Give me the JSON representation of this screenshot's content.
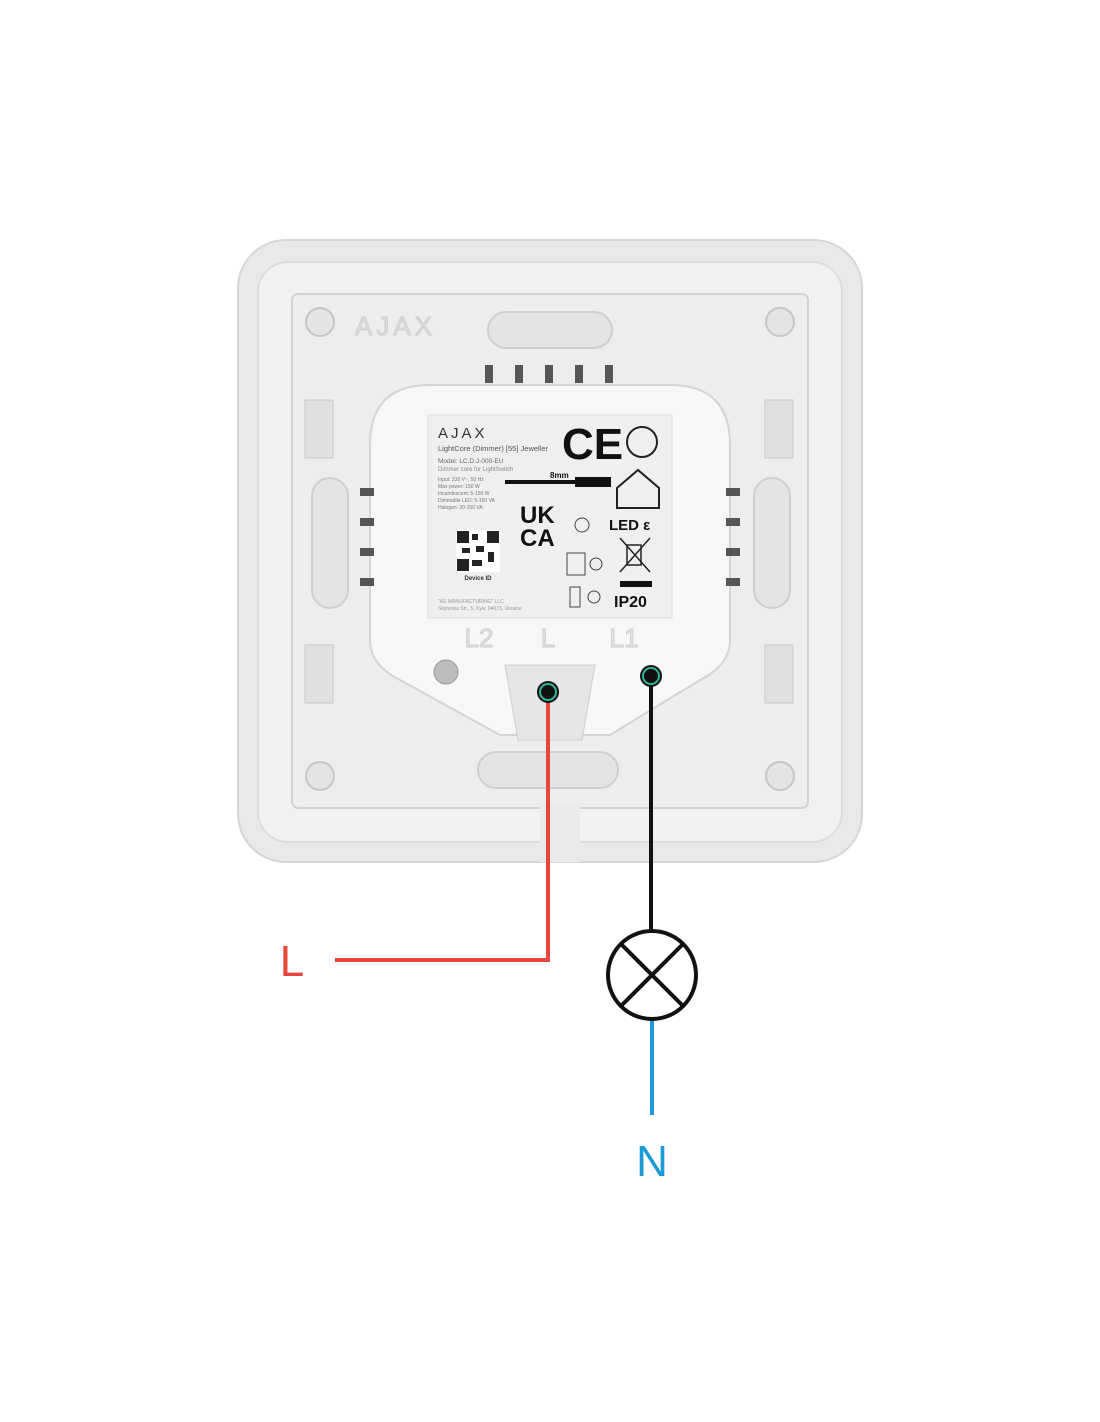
{
  "device": {
    "brand": "AJAX",
    "product_name": "LightCore (Dimmer) [55] Jeweller",
    "model": "Model: LC.D.J-000-EU",
    "description": "Dimmer core for LightSwitch",
    "specs": [
      "Input: 230 V~, 50 Hz",
      "Max power: 150 W",
      "Incandescent: 5-150 W",
      "Dimmable LED: 5-150 VA",
      "Halogen: 20-150 VA"
    ],
    "device_id_label": "Device ID",
    "manufacturer": [
      "\"AS MANUFACTURING\" LLC",
      "Skyrenka Str., 5, Kyiv, 04073, Ukraine"
    ],
    "strip_length": "8mm",
    "ukca": [
      "UK",
      "CA"
    ],
    "led_mark": "LED ε",
    "ce_mark": "CE",
    "ip_rating": "IP20",
    "terminals": [
      "L2",
      "L",
      "L1"
    ]
  },
  "wiring": {
    "live_label": "L",
    "neutral_label": "N",
    "colors": {
      "live": "#e8453c",
      "load": "#111111",
      "neutral": "#1a9bd7",
      "terminal_ring": "#2bb59a"
    }
  }
}
